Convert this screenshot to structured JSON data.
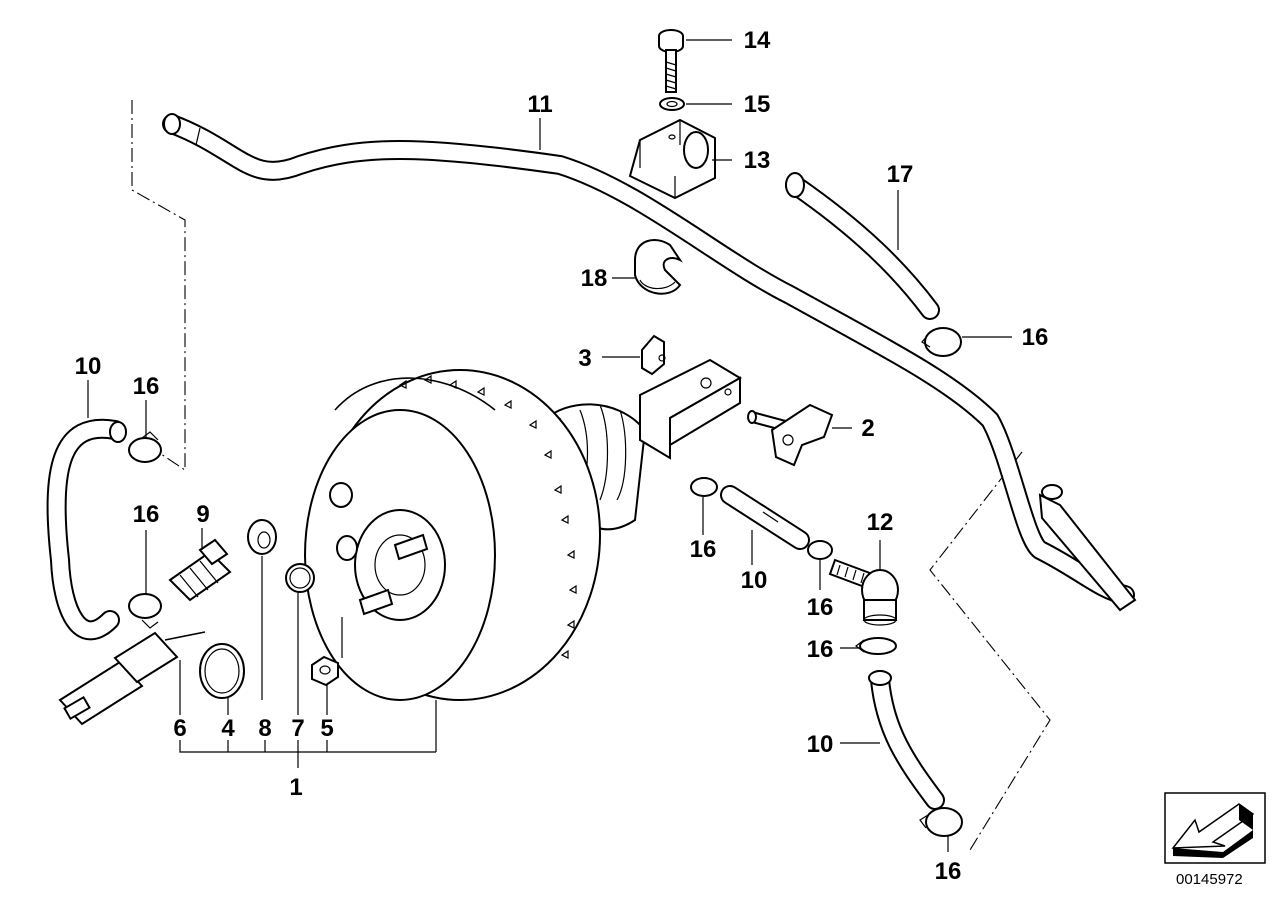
{
  "labels": {
    "l1": "1",
    "l2": "2",
    "l3": "3",
    "l4": "4",
    "l5": "5",
    "l6": "6",
    "l7": "7",
    "l8": "8",
    "l9": "9",
    "l10a": "10",
    "l10b": "10",
    "l10c": "10",
    "l11": "11",
    "l12": "12",
    "l13": "13",
    "l14": "14",
    "l15": "15",
    "l16a": "16",
    "l16b": "16",
    "l16c": "16",
    "l16d": "16",
    "l16e": "16",
    "l16f": "16",
    "l16g": "16",
    "l17": "17",
    "l18": "18"
  },
  "catalog_number": "00145972",
  "icon": "arrow-icon"
}
